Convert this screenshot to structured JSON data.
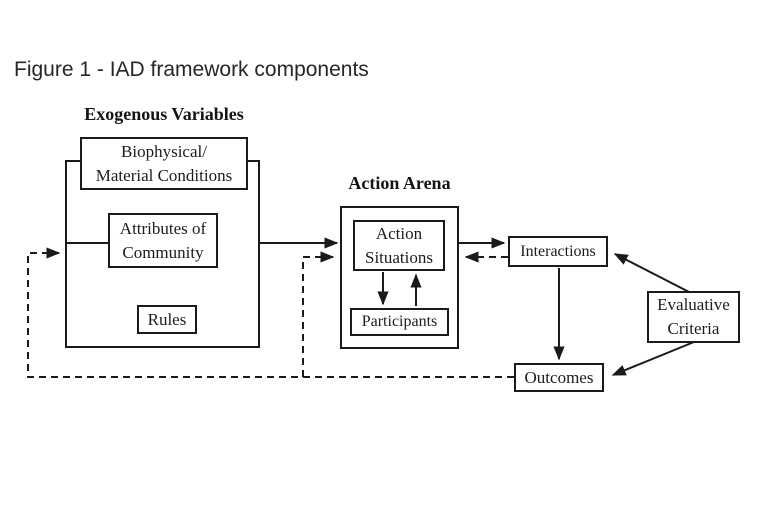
{
  "title": "Figure 1 - IAD framework components",
  "exogenous": {
    "heading": "Exogenous Variables",
    "biophysical": "Biophysical/\nMaterial Conditions",
    "attributes": "Attributes of\nCommunity",
    "rules": "Rules"
  },
  "arena": {
    "heading": "Action Arena",
    "action_situations": "Action\nSituations",
    "participants": "Participants"
  },
  "interactions": "Interactions",
  "evaluative_criteria": "Evaluative\nCriteria",
  "outcomes": "Outcomes",
  "colors": {
    "ink": "#1a1a1a",
    "background": "#ffffff"
  }
}
